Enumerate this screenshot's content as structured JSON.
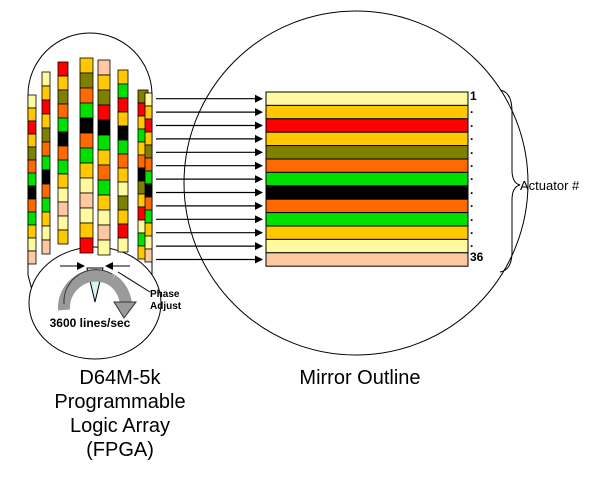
{
  "fpga": {
    "caption_lines": [
      "D64M-5k",
      "Programmable",
      "Logic Array",
      "(FPGA)"
    ],
    "rate_label": "3600 lines/sec",
    "phase_label_lines": [
      "Phase",
      "Adjust"
    ],
    "columns": [
      [
        "#fffaa0",
        "#ffc800",
        "#ff0000",
        "#ffc800",
        "#808000",
        "#ff6a00",
        "#00e000",
        "#000000",
        "#ff6a00",
        "#00e000",
        "#ffc800",
        "#fffaa0",
        "#ffc8a0"
      ],
      [
        "#fffaa0",
        "#ffc800",
        "#ff0000",
        "#ffc800",
        "#808000",
        "#ff6a00",
        "#00e000",
        "#000000",
        "#ff6a00",
        "#00e000",
        "#ffc800",
        "#fffaa0",
        "#ffc8a0"
      ],
      [
        "#ff0000",
        "#ffc800",
        "#808000",
        "#ff6a00",
        "#00e000",
        "#000000",
        "#ff6a00",
        "#00e000",
        "#ffc800",
        "#fffaa0",
        "#ffc8a0",
        "#fffaa0",
        "#ffc800"
      ],
      [
        "#ffc800",
        "#808000",
        "#ff6a00",
        "#00e000",
        "#000000",
        "#ff6a00",
        "#00e000",
        "#ffc800",
        "#fffaa0",
        "#ffc8a0",
        "#fffaa0",
        "#ffc800",
        "#ff0000"
      ],
      [
        "#ffc8a0",
        "#ffc800",
        "#808000",
        "#ff0000",
        "#000000",
        "#00e000",
        "#ffc800",
        "#ff6a00",
        "#00e000",
        "#ffc800",
        "#fffaa0",
        "#ffc8a0",
        "#fffaa0"
      ],
      [
        "#ffc800",
        "#00e000",
        "#ff0000",
        "#ffc800",
        "#000000",
        "#00e000",
        "#ff6a00",
        "#ffc800",
        "#fffaa0",
        "#808000",
        "#ffc800",
        "#ff0000",
        "#fffaa0"
      ],
      [
        "#808000",
        "#ff0000",
        "#ffc800",
        "#00e000",
        "#ffc800",
        "#ff6a00",
        "#000000",
        "#808000",
        "#ffc800",
        "#ff0000",
        "#fffaa0",
        "#00e000",
        "#ffc800"
      ],
      [
        "#fffaa0",
        "#ffc800",
        "#ff0000",
        "#ffc800",
        "#808000",
        "#ff6a00",
        "#00e000",
        "#000000",
        "#ff6a00",
        "#00e000",
        "#ffc800",
        "#fffaa0",
        "#ffc8a0"
      ]
    ]
  },
  "mirror": {
    "caption": "Mirror Outline",
    "bar_colors": [
      "#fffaa0",
      "#ffc800",
      "#ff0000",
      "#ffc800",
      "#808000",
      "#ff6a00",
      "#00e000",
      "#000000",
      "#ff6a00",
      "#00e000",
      "#ffc800",
      "#fffaa0",
      "#ffc8a0"
    ],
    "actuator_labels": [
      "1",
      ".",
      ".",
      ".",
      ".",
      ".",
      ".",
      ".",
      ".",
      ".",
      ".",
      ".",
      "36"
    ],
    "actuator_title": "Actuator #"
  },
  "colors": {
    "line": "#000000",
    "dial": "#9a9a9a",
    "phase_wedge": "#d8f4f8"
  }
}
